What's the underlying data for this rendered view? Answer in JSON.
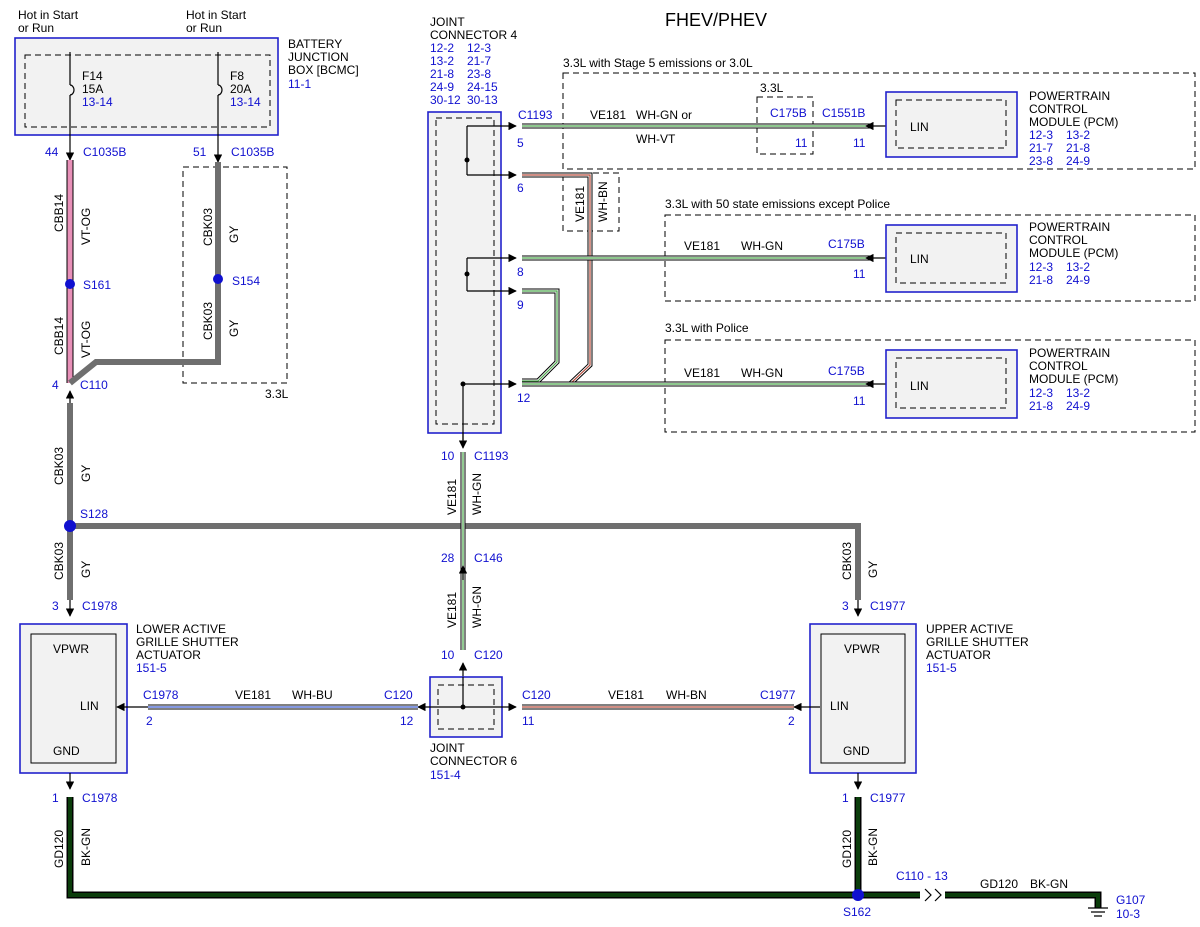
{
  "title": "FHEV/PHEV",
  "bjb": {
    "power_left": [
      "Hot in Start",
      "or Run"
    ],
    "power_right": [
      "Hot in Start",
      "or Run"
    ],
    "name": [
      "BATTERY",
      "JUNCTION",
      "BOX [BCMC]"
    ],
    "ref": "11-1",
    "f14": {
      "name": "F14",
      "rating": "15A",
      "ref": "13-14"
    },
    "f8": {
      "name": "F8",
      "rating": "20A",
      "ref": "13-14"
    },
    "pin_left": "44",
    "pin_right": "51",
    "connector": "C1035B"
  },
  "wires": {
    "cbb14": "CBB14",
    "vt_og": "VT-OG",
    "cbk03": "CBK03",
    "gy": "GY",
    "ve181": "VE181",
    "wh_gn": "WH-GN",
    "wh_gn_or": "WH-GN  or",
    "wh_vt": "WH-VT",
    "wh_bn": "WH-BN",
    "wh_bu": "WH-BU",
    "gd120": "GD120",
    "bk_gn": "BK-GN"
  },
  "splices": {
    "s161": "S161",
    "s154": "S154",
    "s128": "S128",
    "s162": "S162"
  },
  "labels": {
    "l33": "3.3L",
    "c110": "C110",
    "c110_pin": "4",
    "c110_13": "C110  - 13",
    "g107": "G107",
    "g107_ref": "10-3"
  },
  "jc4": {
    "name": [
      "JOINT",
      "CONNECTOR 4"
    ],
    "refs": [
      [
        "12-2",
        "12-3"
      ],
      [
        "13-2",
        "21-7"
      ],
      [
        "21-8",
        "23-8"
      ],
      [
        "24-9",
        "24-15"
      ],
      [
        "30-12",
        "30-13"
      ]
    ],
    "conn": "C1193",
    "pins": {
      "p5": "5",
      "p6": "6",
      "p8": "8",
      "p9": "9",
      "p12": "12",
      "p10": "10"
    }
  },
  "jc6": {
    "name": [
      "JOINT",
      "CONNECTOR 6"
    ],
    "ref": "151-4",
    "conn": "C120",
    "pin_top": "10",
    "pin_left": "12",
    "pin_right": "11"
  },
  "c146": {
    "name": "C146",
    "pin": "28"
  },
  "pcm": {
    "name": [
      "POWERTRAIN",
      "CONTROL",
      "MODULE (PCM)"
    ],
    "lin": "LIN",
    "variants": [
      {
        "label": "3.3L with Stage 5 emissions or 3.0L",
        "refs": [
          [
            "12-3",
            "13-2"
          ],
          [
            "21-7",
            "21-8"
          ],
          [
            "23-8",
            "24-9"
          ]
        ],
        "conn": "C1551B",
        "pin": "11"
      },
      {
        "label": "3.3L with 50 state emissions except Police",
        "refs": [
          [
            "12-3",
            "13-2"
          ],
          [
            "21-8",
            "24-9"
          ]
        ],
        "conn": "C175B",
        "pin": "11"
      },
      {
        "label": "3.3L with Police",
        "refs": [
          [
            "12-3",
            "13-2"
          ],
          [
            "21-8",
            "24-9"
          ]
        ],
        "conn": "C175B",
        "pin": "11"
      }
    ],
    "inline_conn": "C175B",
    "inline_pin": "11",
    "inline_label": "3.3L"
  },
  "lower_actuator": {
    "name": [
      "LOWER ACTIVE",
      "GRILLE SHUTTER",
      "ACTUATOR"
    ],
    "ref": "151-5",
    "conn": "C1978",
    "vpwr": "VPWR",
    "lin": "LIN",
    "gnd": "GND",
    "pin_vpwr": "3",
    "pin_lin": "2",
    "pin_gnd": "1"
  },
  "upper_actuator": {
    "name": [
      "UPPER ACTIVE",
      "GRILLE SHUTTER",
      "ACTUATOR"
    ],
    "ref": "151-5",
    "conn": "C1977",
    "vpwr": "VPWR",
    "lin": "LIN",
    "gnd": "GND",
    "pin_vpwr": "3",
    "pin_lin": "2",
    "pin_gnd": "1"
  },
  "colors": {
    "vt_og": "#e890b8",
    "gy": "#707070",
    "wh_gn": "#4aa84a",
    "wh_bn": "#b34a3a",
    "wh_bu": "#3a5ad0",
    "bk_gn": "#0b3d0b",
    "blue_text": "#1010d0",
    "component": "#2222cc"
  }
}
